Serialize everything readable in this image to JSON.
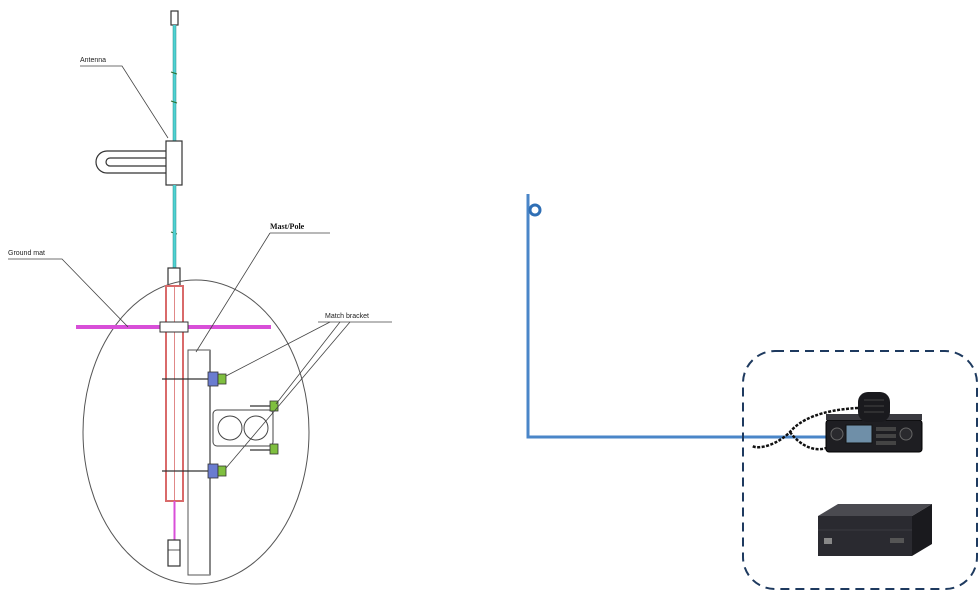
{
  "diagram": {
    "labels": {
      "antenna": "Antenna",
      "mast_pole": "Mast/Pole",
      "ground_mat": "Ground mat",
      "match_bracket": "Match bracket"
    },
    "colors": {
      "antenna_whip": "#4fd2d2",
      "ground_mat": "#d84fd8",
      "mast_pipe": "#d96a6a",
      "feed_cable": "#4a86c8",
      "equipment_box": "#1e3a5f",
      "bracket_fitting": "#7fbf3f"
    },
    "icons": {
      "radio": "mobile-radio-icon",
      "microphone": "handheld-microphone-icon",
      "power_supply": "power-supply-icon"
    }
  }
}
